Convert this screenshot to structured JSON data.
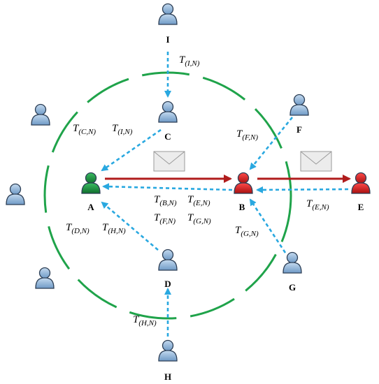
{
  "colors": {
    "circle": "#1fa34a",
    "dashed_arrow": "#29a8e0",
    "solid_arrow": "#b01c1c",
    "user_blue": "#8eb4d8",
    "user_green": "#168a3a",
    "user_red": "#d81d1d",
    "envelope": "#e6e6e6"
  },
  "icons": {
    "user": "person-icon",
    "message": "envelope-icon"
  },
  "nodes": {
    "A": "A",
    "B": "B",
    "C": "C",
    "D": "D",
    "E": "E",
    "F": "F",
    "G": "G",
    "H": "H",
    "I": "I"
  },
  "labels": {
    "t_i_top": {
      "main": "T",
      "sub": "(I,N)"
    },
    "t_c": {
      "main": "T",
      "sub": "(C,N)"
    },
    "t_i": {
      "main": "T",
      "sub": "(I,N)"
    },
    "t_f": {
      "main": "T",
      "sub": "(F,N)"
    },
    "t_b": {
      "main": "T",
      "sub": "(B,N)"
    },
    "t_e_mid": {
      "main": "T",
      "sub": "(E,N)"
    },
    "t_f_mid": {
      "main": "T",
      "sub": "(F,N)"
    },
    "t_g_mid": {
      "main": "T",
      "sub": "(G,N)"
    },
    "t_e": {
      "main": "T",
      "sub": "(E,N)"
    },
    "t_d": {
      "main": "T",
      "sub": "(D,N)"
    },
    "t_h": {
      "main": "T",
      "sub": "(H,N)"
    },
    "t_g": {
      "main": "T",
      "sub": "(G,N)"
    },
    "t_h_bottom": {
      "main": "T",
      "sub": "(H,N)"
    }
  }
}
